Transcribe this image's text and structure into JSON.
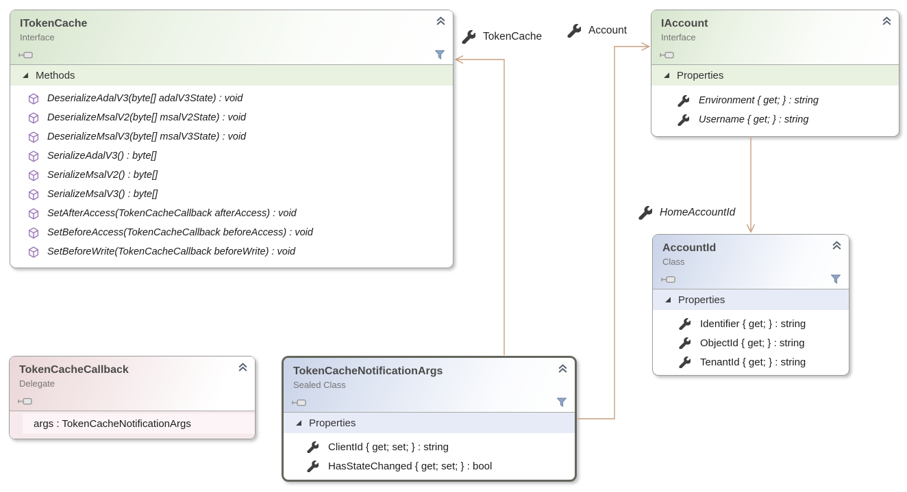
{
  "diagram": {
    "boxes": [
      {
        "title": "ITokenCache",
        "stereotype": "Interface",
        "kind": "interface",
        "has_filter": true,
        "section_label": "Methods",
        "members": [
          {
            "icon": "cube",
            "italic": true,
            "text": "DeserializeAdalV3(byte[] adalV3State) : void"
          },
          {
            "icon": "cube",
            "italic": true,
            "text": "DeserializeMsalV2(byte[] msalV2State) : void"
          },
          {
            "icon": "cube",
            "italic": true,
            "text": "DeserializeMsalV3(byte[] msalV3State) : void"
          },
          {
            "icon": "cube",
            "italic": true,
            "text": "SerializeAdalV3() : byte[]"
          },
          {
            "icon": "cube",
            "italic": true,
            "text": "SerializeMsalV2() : byte[]"
          },
          {
            "icon": "cube",
            "italic": true,
            "text": "SerializeMsalV3() : byte[]"
          },
          {
            "icon": "cube",
            "italic": true,
            "text": "SetAfterAccess(TokenCacheCallback afterAccess) : void"
          },
          {
            "icon": "cube",
            "italic": true,
            "text": "SetBeforeAccess(TokenCacheCallback beforeAccess) : void"
          },
          {
            "icon": "cube",
            "italic": true,
            "text": "SetBeforeWrite(TokenCacheCallback beforeWrite) : void"
          }
        ]
      },
      {
        "title": "IAccount",
        "stereotype": "Interface",
        "kind": "interface",
        "has_filter": false,
        "section_label": "Properties",
        "members": [
          {
            "icon": "wrench",
            "italic": true,
            "text": "Environment { get; } : string"
          },
          {
            "icon": "wrench",
            "italic": true,
            "text": "Username { get; } : string"
          }
        ]
      },
      {
        "title": "AccountId",
        "stereotype": "Class",
        "kind": "class",
        "has_filter": true,
        "section_label": "Properties",
        "members": [
          {
            "icon": "wrench",
            "italic": false,
            "text": "Identifier { get; } : string"
          },
          {
            "icon": "wrench",
            "italic": false,
            "text": "ObjectId { get; } : string"
          },
          {
            "icon": "wrench",
            "italic": false,
            "text": "TenantId { get; } : string"
          }
        ]
      },
      {
        "title": "TokenCacheCallback",
        "stereotype": "Delegate",
        "kind": "delegate",
        "has_filter": false,
        "section_label": "",
        "members": [
          {
            "icon": "none",
            "italic": false,
            "text": "args : TokenCacheNotificationArgs"
          }
        ]
      },
      {
        "title": "TokenCacheNotificationArgs",
        "stereotype": "Sealed Class",
        "kind": "class",
        "has_filter": true,
        "section_label": "Properties",
        "members": [
          {
            "icon": "wrench",
            "italic": false,
            "text": "ClientId { get; set; } : string"
          },
          {
            "icon": "wrench",
            "italic": false,
            "text": "HasStateChanged { get; set; } : bool"
          }
        ]
      }
    ],
    "association_labels": [
      {
        "text": "TokenCache",
        "italic": false
      },
      {
        "text": "Account",
        "italic": false
      },
      {
        "text": "HomeAccountId",
        "italic": true
      }
    ],
    "colors": {
      "connector": "#c79e7e",
      "interface_header": "#d6e4cc",
      "class_header": "#cad3e8",
      "delegate_header": "#ebd7d8",
      "selected_border": "#64665b",
      "filter_icon": "#8fa5ca",
      "method_icon": "#9471b4",
      "wrench_icon": "#3e3e3e"
    }
  }
}
